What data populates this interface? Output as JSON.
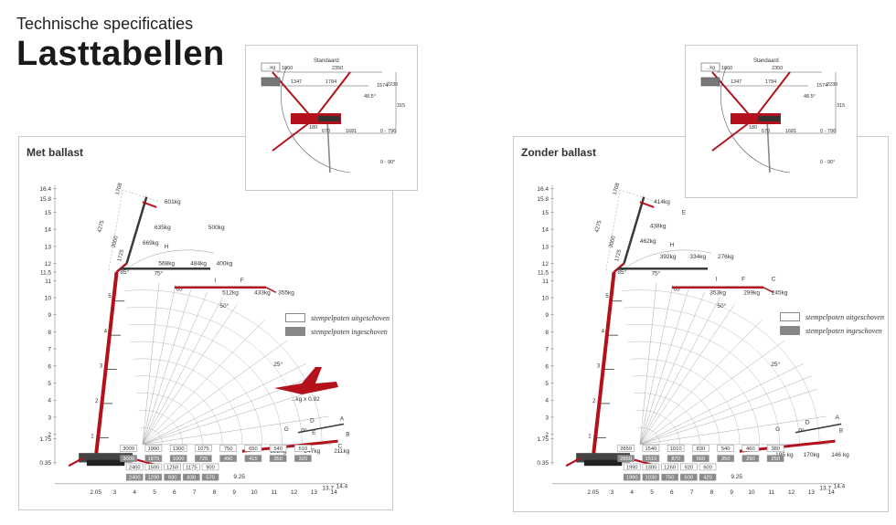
{
  "header": {
    "subtitle": "Technische specificaties",
    "title": "Lasttabellen"
  },
  "inset": {
    "standaard": "Standaard",
    "kg_box": "...kg",
    "dims": [
      "1860",
      "2350",
      "1347",
      "1784",
      "48.5°",
      "1574",
      "2230",
      "315",
      "180",
      "670",
      "1681",
      "0 - 796",
      "0 - 90°"
    ]
  },
  "legend": {
    "retracted": "stempelpoten uitgeschoven",
    "extended": "stempelpoten ingeschoven"
  },
  "left": {
    "label": "Met ballast",
    "top_loads": [
      "601kg",
      "635kg",
      "669kg",
      "500kg",
      "568kg",
      "484kg",
      "400kg",
      "512kg",
      "433kg",
      "355kg"
    ],
    "low_loads": [
      "282kg",
      "247kg",
      "211kg"
    ],
    "table_top": [
      "3000",
      "1900",
      "1300",
      "1075",
      "750",
      "650",
      "540",
      "510"
    ],
    "table_mid": [
      "3000",
      "1875",
      "1000",
      "725",
      "490",
      "415",
      "350",
      "320"
    ],
    "table_low": [
      "2400",
      "1500",
      "1250",
      "1175",
      "900"
    ],
    "table_bot": [
      "2400",
      "1290",
      "930",
      "830",
      "570"
    ],
    "truck_note": "...kg x 0.92"
  },
  "right": {
    "label": "Zonder ballast",
    "top_loads": [
      "414kg",
      "438kg",
      "462kg",
      "392kg",
      "334kg",
      "276kg",
      "353kg",
      "299kg",
      "245kg"
    ],
    "low_loads": [
      "195 kg",
      "170kg",
      "146 kg"
    ],
    "table_top": [
      "2850",
      "1540",
      "1010",
      "830",
      "540",
      "460",
      "380"
    ],
    "table_mid": [
      "2850",
      "1510",
      "870",
      "560",
      "350",
      "290",
      "250"
    ],
    "table_low": [
      "1990",
      "1300",
      "1260",
      "920",
      "600"
    ],
    "table_bot": [
      "1990",
      "1030",
      "750",
      "600",
      "420"
    ]
  },
  "axes": {
    "y_ticks": [
      "16.4",
      "15.8",
      "15",
      "14",
      "13",
      "12",
      "11.5",
      "11",
      "10",
      "9",
      "8",
      "7",
      "6",
      "5",
      "4",
      "3",
      "2",
      "1.75",
      "0.35"
    ],
    "x_ticks": [
      "2.05",
      "3",
      "4",
      "5",
      "6",
      "7",
      "8",
      "9",
      "10",
      "11",
      "12",
      "13",
      "14"
    ],
    "x_extra": [
      "9.25",
      "13.7",
      "14.4"
    ],
    "angles": [
      "85°",
      "75°",
      "65°",
      "50°",
      "25°",
      "0°"
    ],
    "boom_dims": [
      "1708",
      "4275",
      "3000",
      "1725"
    ],
    "letters": [
      "A",
      "B",
      "C",
      "D",
      "E",
      "F",
      "G",
      "H",
      "I"
    ]
  }
}
